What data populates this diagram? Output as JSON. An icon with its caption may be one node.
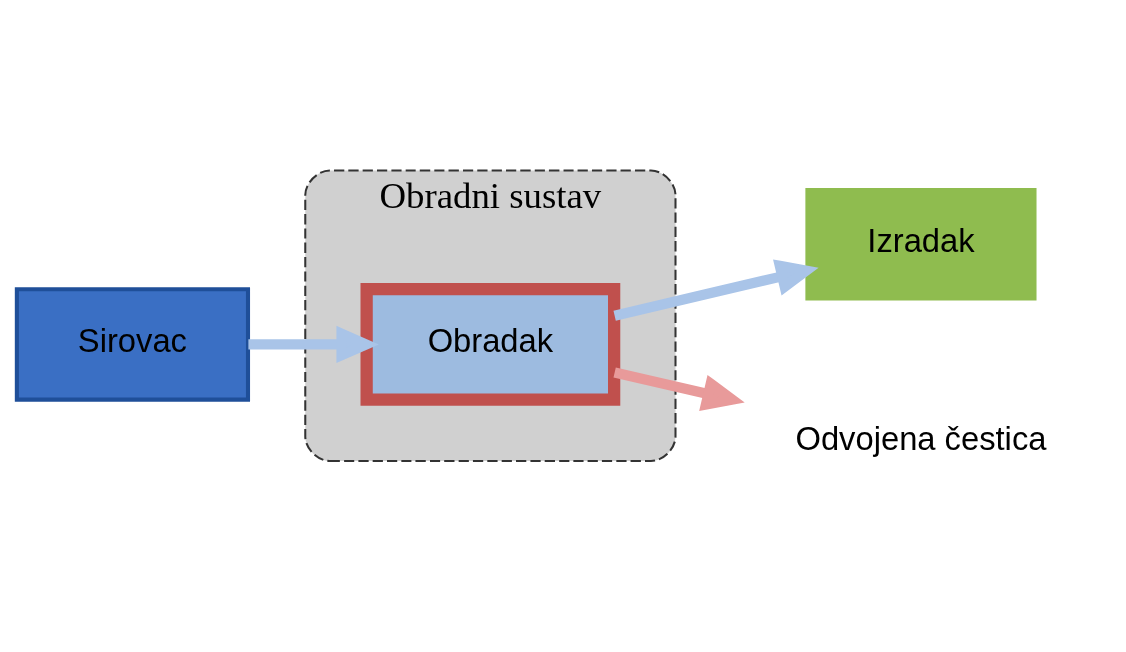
{
  "diagram": {
    "nodes": [
      {
        "text": [
          "Obradni sustav"
        ]
      },
      {
        "text": [
          "Sirovac"
        ]
      },
      {
        "text": [
          "Obradak"
        ],
        "in": 0
      },
      {
        "text": [
          "Izradak"
        ]
      },
      {
        "text": [
          "Odvojena čestica"
        ]
      }
    ],
    "edges": [
      {
        "from": 1,
        "to": 2,
        "arrow": "to"
      },
      {
        "from": 2,
        "to": 3,
        "arrow": "to"
      },
      {
        "from": 2,
        "to": 4,
        "arrow": "to",
        "color": "#e89a9a"
      }
    ]
  }
}
